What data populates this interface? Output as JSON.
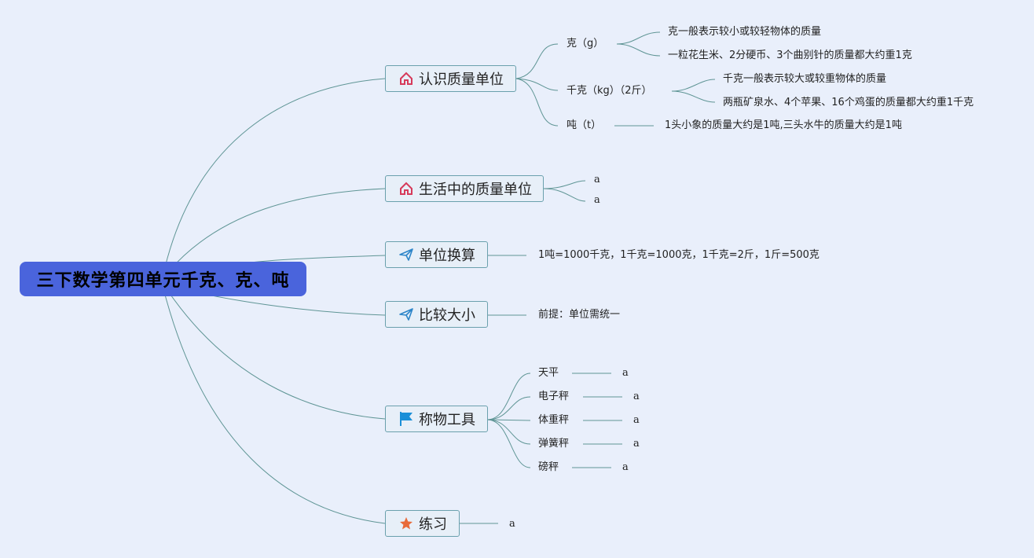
{
  "root": "三下数学第四单元千克、克、吨",
  "topics": [
    {
      "label": "认识质量单位",
      "icon": "home-icon"
    },
    {
      "label": "生活中的质量单位",
      "icon": "home-icon"
    },
    {
      "label": "单位换算",
      "icon": "paper-plane-icon"
    },
    {
      "label": "比较大小",
      "icon": "paper-plane-icon"
    },
    {
      "label": "称物工具",
      "icon": "flag-icon"
    },
    {
      "label": "练习",
      "icon": "star-icon"
    }
  ],
  "units": {
    "gram": {
      "label": "克（g）",
      "notes": [
        "克一般表示较小或较轻物体的质量",
        "一粒花生米、2分硬币、3个曲别针的质量都大约重1克"
      ]
    },
    "kilogram": {
      "label": "千克（kg）（2斤）",
      "notes": [
        "千克一般表示较大或较重物体的质量",
        "两瓶矿泉水、4个苹果、16个鸡蛋的质量都大约重1千克"
      ]
    },
    "ton": {
      "label": "吨（t）",
      "note": "1头小象的质量大约是1吨,三头水牛的质量大约是1吨"
    }
  },
  "life_units": [
    "a",
    "a"
  ],
  "conversion": "1吨=1000千克，1千克=1000克，1千克=2斤，1斤=500克",
  "compare": "前提：单位需统一",
  "tools": [
    {
      "name": "天平",
      "value": "a"
    },
    {
      "name": "电子秤",
      "value": "a"
    },
    {
      "name": "体重秤",
      "value": "a"
    },
    {
      "name": "弹簧秤",
      "value": "a"
    },
    {
      "name": "磅秤",
      "value": "a"
    }
  ],
  "practice": "a",
  "colors": {
    "background": "#e9effb",
    "root": "#4a64dc",
    "line": "#5f9595",
    "home": "#d63a5a",
    "plane": "#2e86c9",
    "flag": "#1a8fd8",
    "star": "#e86a3a"
  }
}
